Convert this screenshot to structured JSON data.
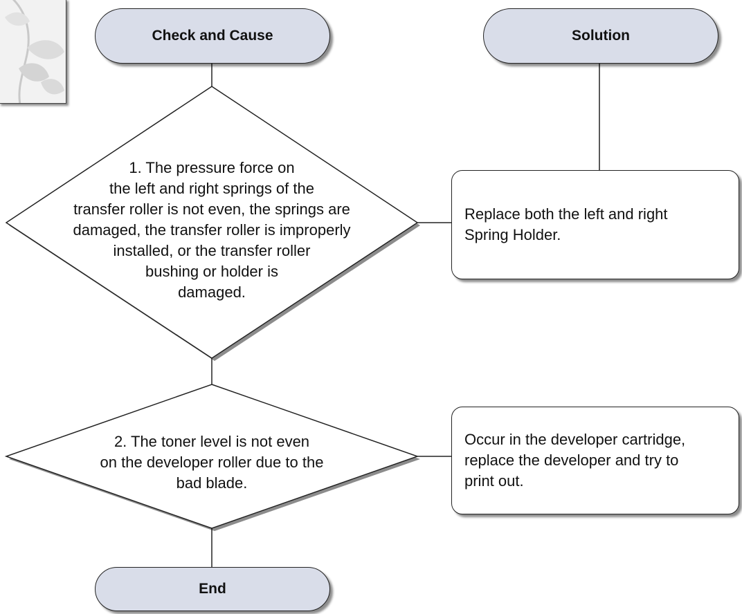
{
  "headers": {
    "check_and_cause": "Check and Cause",
    "solution": "Solution",
    "end": "End"
  },
  "step1": {
    "lines": [
      "1. The pressure force on",
      "the left and right springs of the",
      "transfer roller is not even, the springs are",
      "damaged, the transfer roller is improperly",
      "installed, or the transfer roller",
      "bushing or holder is",
      "damaged."
    ],
    "solution_lines": [
      "Replace both the left and right",
      "Spring Holder."
    ]
  },
  "step2": {
    "lines": [
      "2. The toner level is not even",
      "on the developer roller due to the",
      "bad blade."
    ],
    "solution_lines": [
      "Occur in the developer cartridge,",
      "replace the developer and try to",
      "print out."
    ]
  },
  "colors": {
    "terminator_fill": "#d9dde9",
    "stroke": "#222222",
    "box_fill": "#ffffff"
  }
}
